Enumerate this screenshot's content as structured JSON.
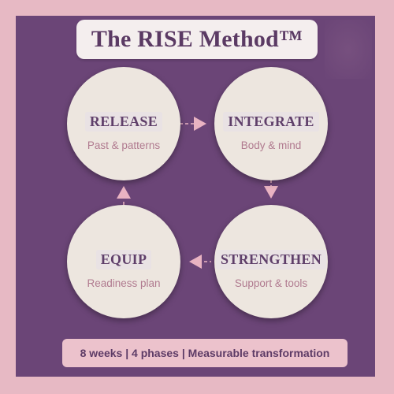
{
  "title": "The RISE Method™",
  "phases": [
    {
      "name": "RELEASE",
      "subtitle": "Past & patterns"
    },
    {
      "name": "INTEGRATE",
      "subtitle": "Body & mind"
    },
    {
      "name": "STRENGTHEN",
      "subtitle": "Support & tools"
    },
    {
      "name": "EQUIP",
      "subtitle": "Readiness plan"
    }
  ],
  "footer": "8 weeks | 4 phases | Measurable transformation",
  "colors": {
    "background": "#e7b9c4",
    "panel": "#6b4577",
    "circle": "#ede6df",
    "arrow": "#e9b3c2",
    "title_text": "#5b3a64",
    "subtitle_text": "#b07a8f"
  },
  "icons": [
    "arrow-right-icon",
    "arrow-down-icon",
    "arrow-left-icon",
    "arrow-up-icon"
  ]
}
